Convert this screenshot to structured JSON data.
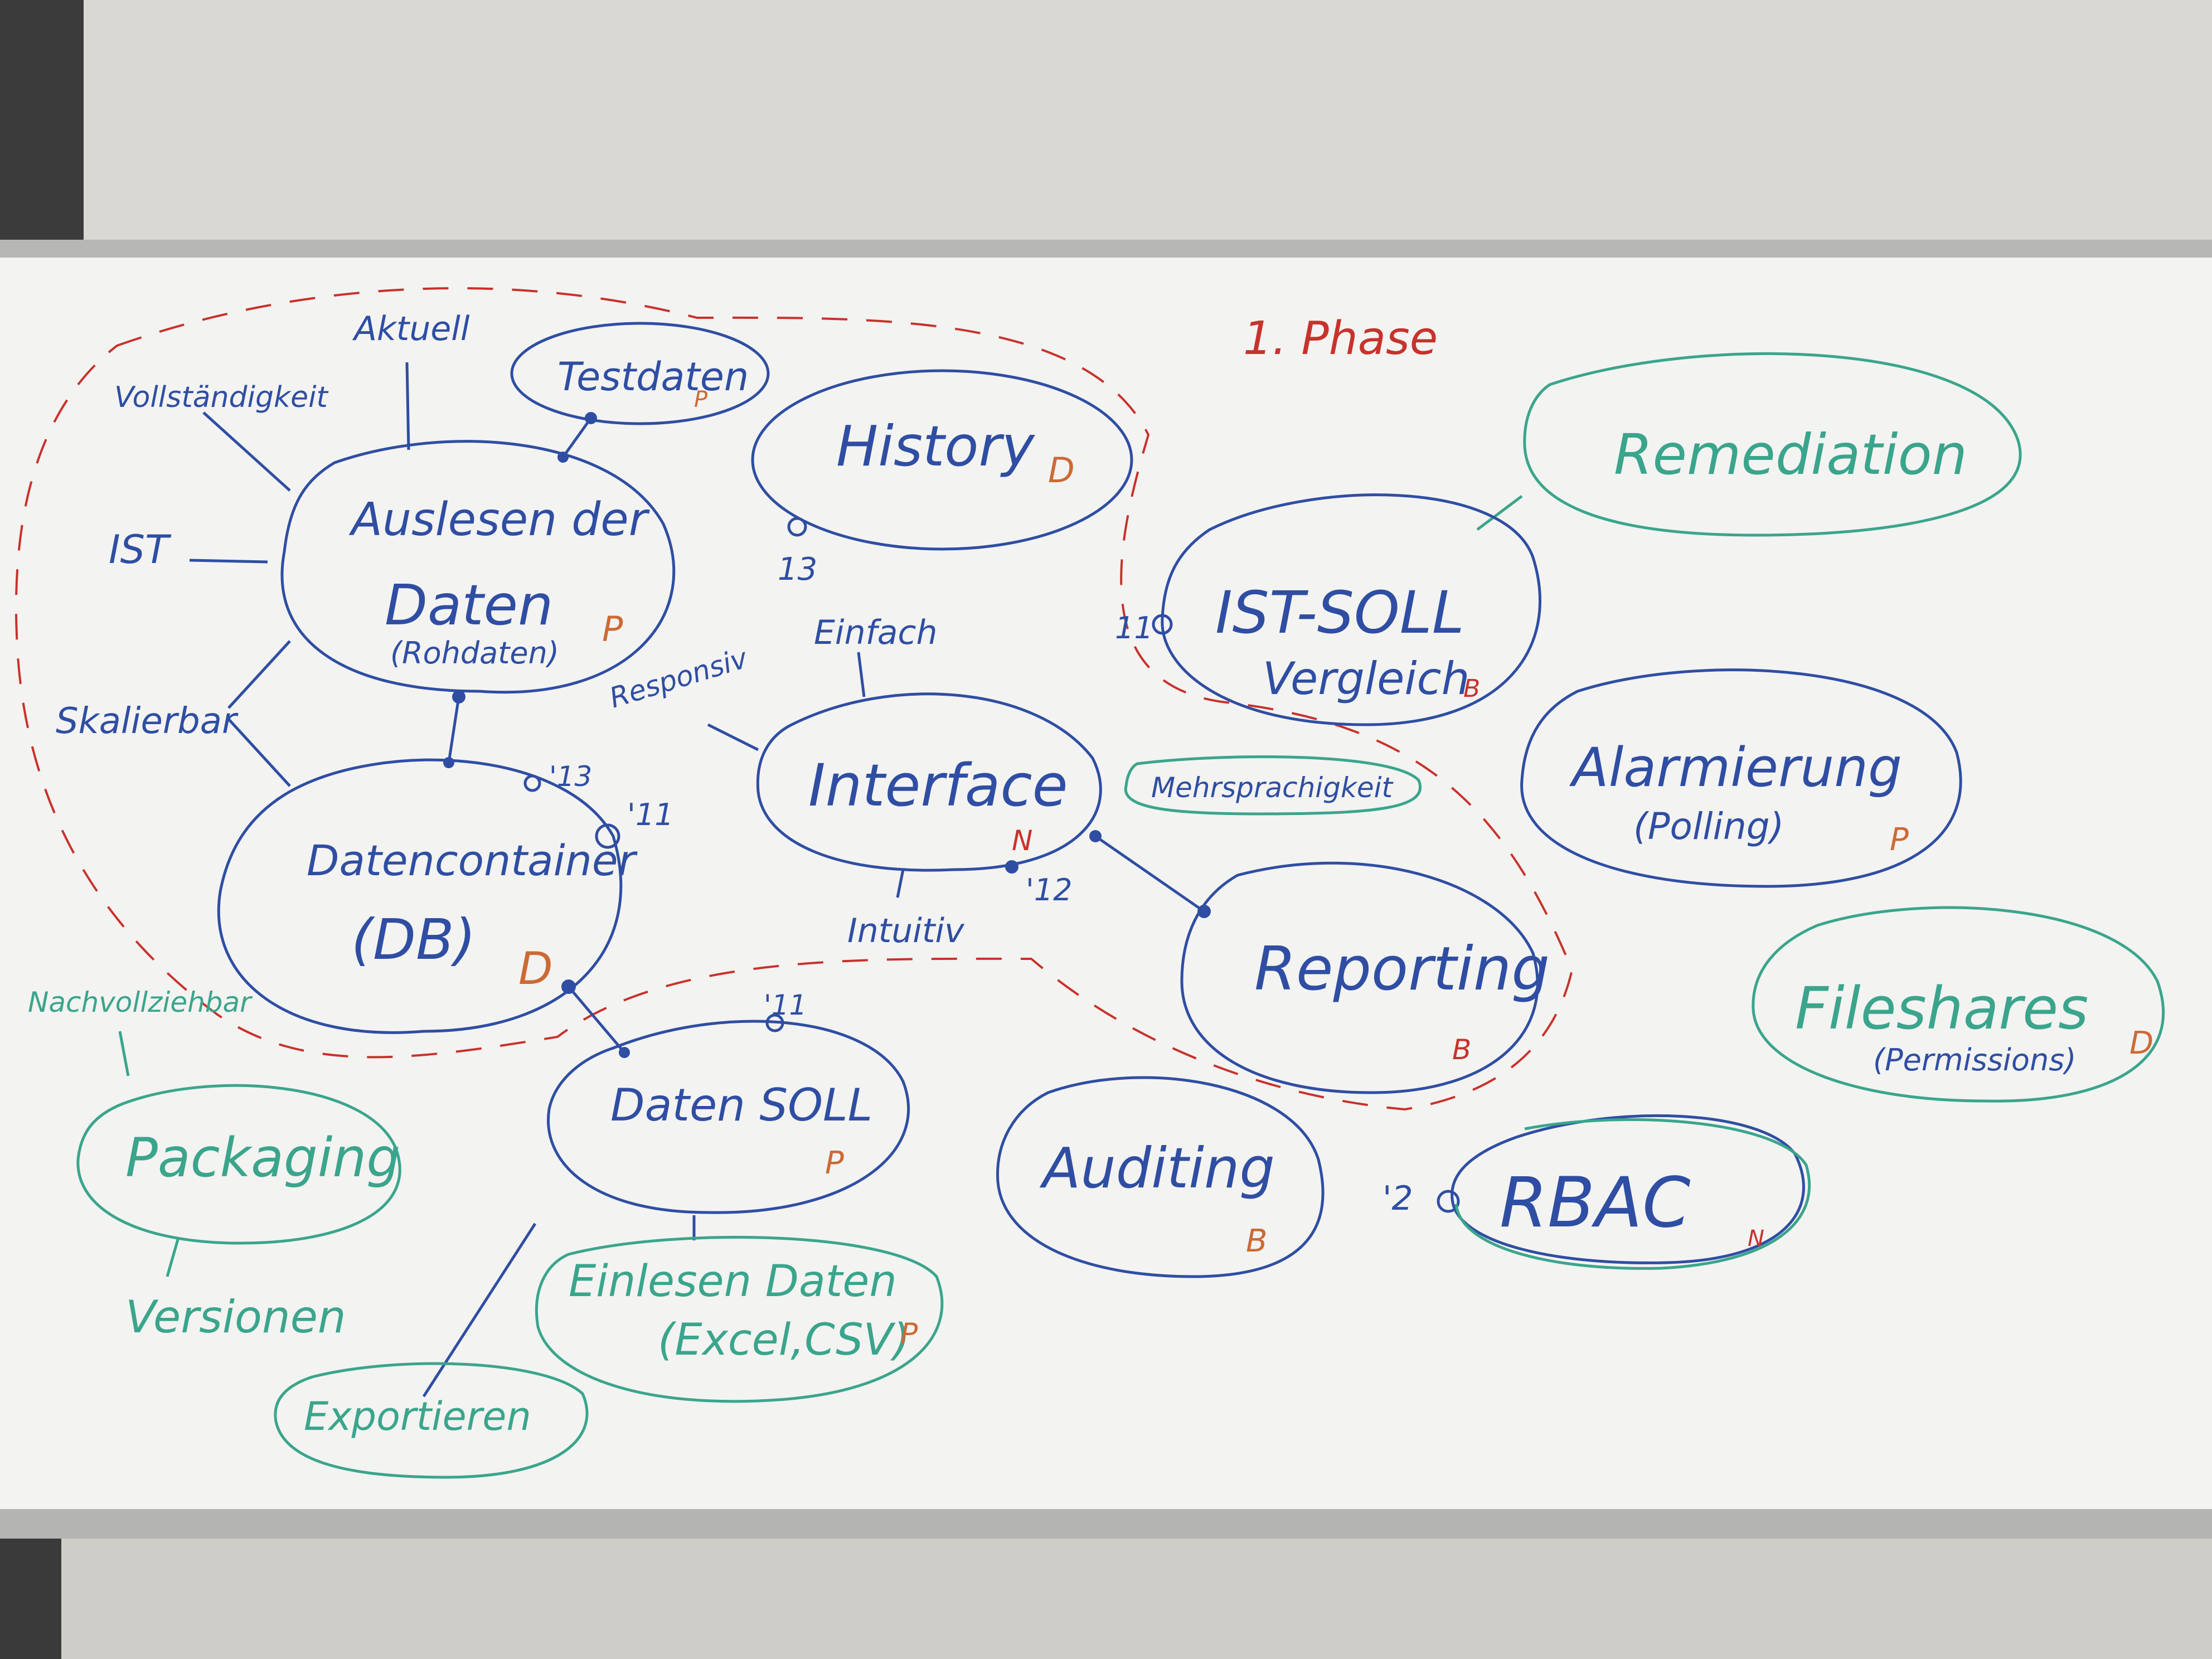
{
  "colors": {
    "blue": "#2f4ea3",
    "red": "#c8322c",
    "green": "#3aa58c",
    "board": "#f4f4f2"
  },
  "phase_label": "1. Phase",
  "nodes": {
    "auslesen": {
      "line1": "Auslesen der",
      "line2": "Daten",
      "line3": "(Rohdaten)",
      "tag": "P"
    },
    "testdaten": {
      "label": "Testdaten",
      "tag": "P"
    },
    "history": {
      "label": "History",
      "tag": "D"
    },
    "datencontainer": {
      "line1": "Datencontainer",
      "line2": "(DB)",
      "tag": "D"
    },
    "interface": {
      "label": "Interface",
      "tag": "N"
    },
    "mehrsprachigkeit": {
      "label": "Mehrsprachigkeit"
    },
    "daten_soll": {
      "label": "Daten SOLL",
      "tag": "P"
    },
    "ist_soll": {
      "line1": "IST-SOLL",
      "line2": "Vergleich",
      "tag": "B"
    },
    "remediation": {
      "label": "Remediation"
    },
    "alarmierung": {
      "line1": "Alarmierung",
      "line2": "(Polling)",
      "tag": "P"
    },
    "reporting": {
      "label": "Reporting",
      "tag": "B"
    },
    "fileshares": {
      "line1": "Fileshares",
      "line2": "(Permissions)",
      "tag": "D"
    },
    "auditing": {
      "label": "Auditing",
      "tag": "B"
    },
    "rbac": {
      "label": "RBAC",
      "tag": "N"
    },
    "packaging": {
      "label": "Packaging"
    },
    "einlesen": {
      "line1": "Einlesen Daten",
      "line2": "(Excel,CSV)",
      "tag": "P"
    },
    "exportieren": {
      "label": "Exportieren"
    }
  },
  "annotations": {
    "aktuell": "Aktuell",
    "vollstaendigkeit": "Vollständigkeit",
    "ist": "IST",
    "skalierbar": "Skalierbar",
    "responsiv": "Responsiv",
    "einfach": "Einfach",
    "intuitiv": "Intuitiv",
    "nachvollziehbar": "Nachvollziehbar",
    "versionen": "Versionen"
  },
  "milestones": {
    "history": "13",
    "ist_soll": "11",
    "datencontainer_a": "'13",
    "datencontainer_b": "'11",
    "interface": "'12",
    "daten_soll": "'11",
    "rbac": "'2"
  }
}
